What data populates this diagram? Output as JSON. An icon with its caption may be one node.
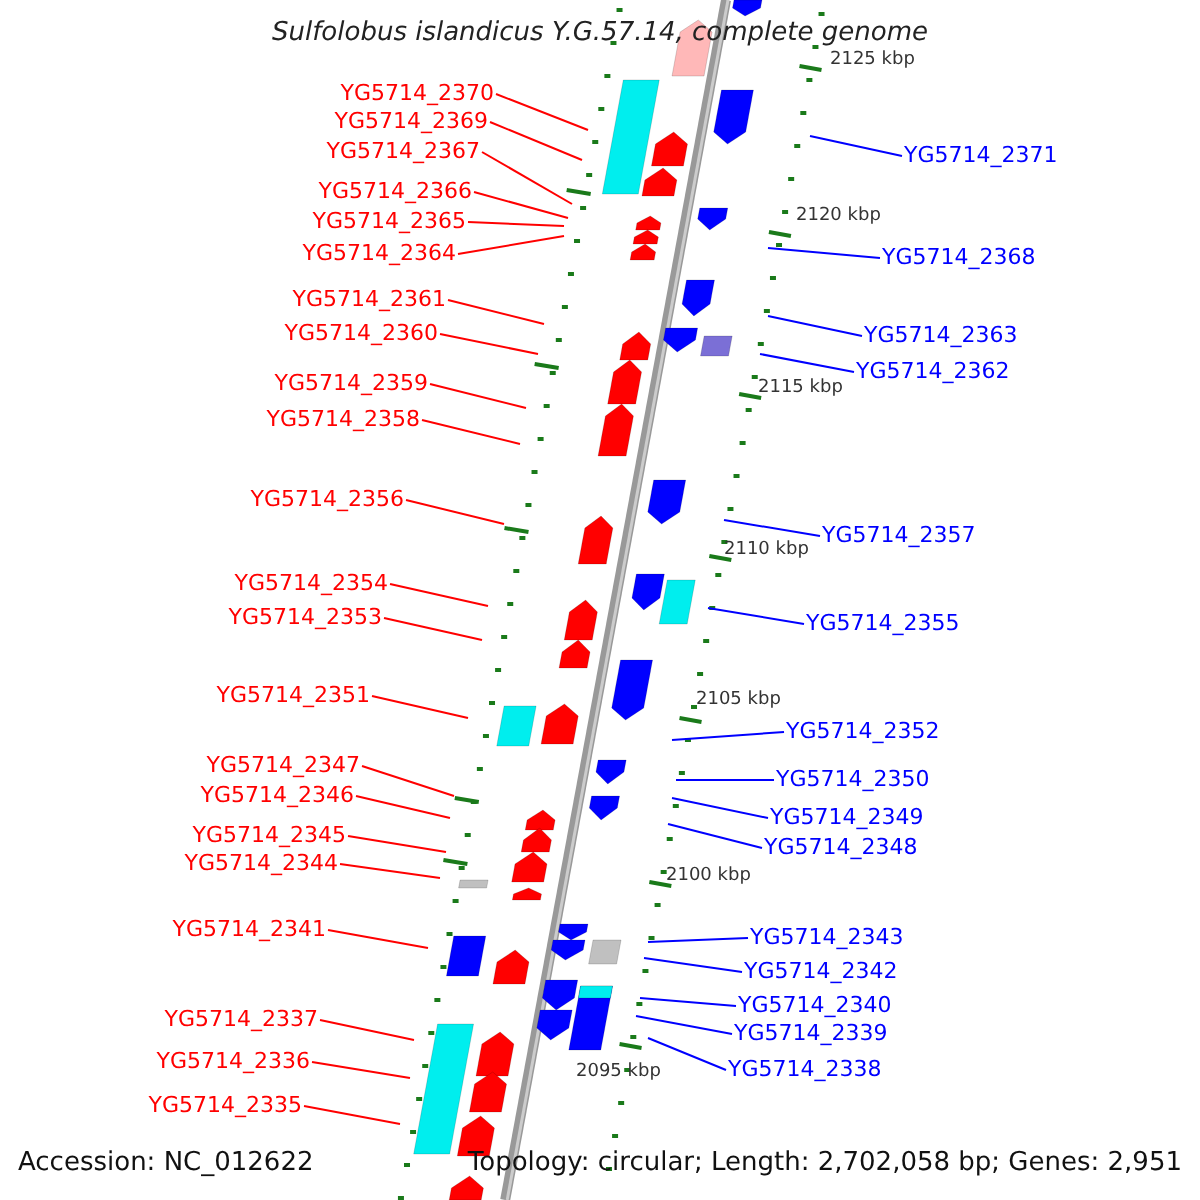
{
  "diagram": {
    "title": "Sulfolobus islandicus Y.G.57.14, complete genome",
    "nodes": [
      {
        "text": [
          "YG5714_2370"
        ]
      },
      {
        "text": [
          "YG5714_2369"
        ]
      },
      {
        "text": [
          "YG5714_2367"
        ]
      },
      {
        "text": [
          "YG5714_2366"
        ]
      },
      {
        "text": [
          "YG5714_2365"
        ]
      },
      {
        "text": [
          "YG5714_2364"
        ]
      },
      {
        "text": [
          "YG5714_2361"
        ]
      },
      {
        "text": [
          "YG5714_2360"
        ]
      },
      {
        "text": [
          "YG5714_2359"
        ]
      },
      {
        "text": [
          "YG5714_2358"
        ]
      },
      {
        "text": [
          "YG5714_2356"
        ]
      },
      {
        "text": [
          "YG5714_2354"
        ]
      },
      {
        "text": [
          "YG5714_2353"
        ]
      },
      {
        "text": [
          "YG5714_2351"
        ]
      },
      {
        "text": [
          "YG5714_2347"
        ]
      },
      {
        "text": [
          "YG5714_2346"
        ]
      },
      {
        "text": [
          "YG5714_2345"
        ]
      },
      {
        "text": [
          "YG5714_2344"
        ]
      },
      {
        "text": [
          "YG5714_2341"
        ]
      },
      {
        "text": [
          "YG5714_2337"
        ]
      },
      {
        "text": [
          "YG5714_2336"
        ]
      },
      {
        "text": [
          "YG5714_2335"
        ]
      },
      {
        "text": [
          "YG5714_2371"
        ]
      },
      {
        "text": [
          "YG5714_2368"
        ]
      },
      {
        "text": [
          "YG5714_2363"
        ]
      },
      {
        "text": [
          "YG5714_2362"
        ]
      },
      {
        "text": [
          "YG5714_2357"
        ]
      },
      {
        "text": [
          "YG5714_2355"
        ]
      },
      {
        "text": [
          "YG5714_2352"
        ]
      },
      {
        "text": [
          "YG5714_2350"
        ]
      },
      {
        "text": [
          "YG5714_2349"
        ]
      },
      {
        "text": [
          "YG5714_2348"
        ]
      },
      {
        "text": [
          "YG5714_2343"
        ]
      },
      {
        "text": [
          "YG5714_2342"
        ]
      },
      {
        "text": [
          "YG5714_2340"
        ]
      },
      {
        "text": [
          "YG5714_2339"
        ]
      },
      {
        "text": [
          "YG5714_2338"
        ]
      }
    ],
    "edges": [
      {
        "from": 0,
        "to": null,
        "arrow": "none"
      },
      {
        "from": 1,
        "to": null,
        "arrow": "none"
      },
      {
        "from": 2,
        "to": null,
        "arrow": "none"
      },
      {
        "from": 3,
        "to": null,
        "arrow": "none"
      },
      {
        "from": 4,
        "to": null,
        "arrow": "none"
      },
      {
        "from": 5,
        "to": null,
        "arrow": "none"
      },
      {
        "from": 6,
        "to": null,
        "arrow": "none"
      },
      {
        "from": 7,
        "to": null,
        "arrow": "none"
      },
      {
        "from": 8,
        "to": null,
        "arrow": "none"
      },
      {
        "from": 9,
        "to": null,
        "arrow": "none"
      },
      {
        "from": 10,
        "to": null,
        "arrow": "none"
      },
      {
        "from": 11,
        "to": null,
        "arrow": "none"
      },
      {
        "from": 12,
        "to": null,
        "arrow": "none"
      },
      {
        "from": 13,
        "to": null,
        "arrow": "none"
      },
      {
        "from": 14,
        "to": null,
        "arrow": "none"
      },
      {
        "from": 15,
        "to": null,
        "arrow": "none"
      },
      {
        "from": 16,
        "to": null,
        "arrow": "none"
      },
      {
        "from": 17,
        "to": null,
        "arrow": "none"
      },
      {
        "from": 18,
        "to": null,
        "arrow": "none"
      },
      {
        "from": 19,
        "to": null,
        "arrow": "none"
      },
      {
        "from": 20,
        "to": null,
        "arrow": "none"
      },
      {
        "from": 21,
        "to": null,
        "arrow": "none"
      },
      {
        "from": 22,
        "to": null,
        "arrow": "none",
        "color": "#0000ff"
      },
      {
        "from": 23,
        "to": null,
        "arrow": "none",
        "color": "#0000ff"
      },
      {
        "from": 24,
        "to": null,
        "arrow": "none",
        "color": "#0000ff"
      },
      {
        "from": 25,
        "to": null,
        "arrow": "none",
        "color": "#0000ff"
      },
      {
        "from": 26,
        "to": null,
        "arrow": "none",
        "color": "#0000ff"
      },
      {
        "from": 27,
        "to": null,
        "arrow": "none",
        "color": "#0000ff"
      },
      {
        "from": 28,
        "to": null,
        "arrow": "none",
        "color": "#0000ff"
      },
      {
        "from": 29,
        "to": null,
        "arrow": "none",
        "color": "#0000ff"
      },
      {
        "from": 30,
        "to": null,
        "arrow": "none",
        "color": "#0000ff"
      },
      {
        "from": 31,
        "to": null,
        "arrow": "none",
        "color": "#0000ff"
      },
      {
        "from": 32,
        "to": null,
        "arrow": "none",
        "color": "#0000ff"
      },
      {
        "from": 33,
        "to": null,
        "arrow": "none",
        "color": "#0000ff"
      },
      {
        "from": 34,
        "to": null,
        "arrow": "none",
        "color": "#0000ff"
      },
      {
        "from": 35,
        "to": null,
        "arrow": "none",
        "color": "#0000ff"
      },
      {
        "from": 36,
        "to": null,
        "arrow": "none",
        "color": "#0000ff"
      }
    ],
    "labels": [
      "2125 kbp",
      "2120 kbp",
      "2115 kbp",
      "2110 kbp",
      "2105 kbp",
      "2100 kbp",
      "2095 kbp",
      "Accession: NC_012622",
      "Topology: circular; Length: 2,702,058 bp; Genes: 2,951"
    ]
  }
}
